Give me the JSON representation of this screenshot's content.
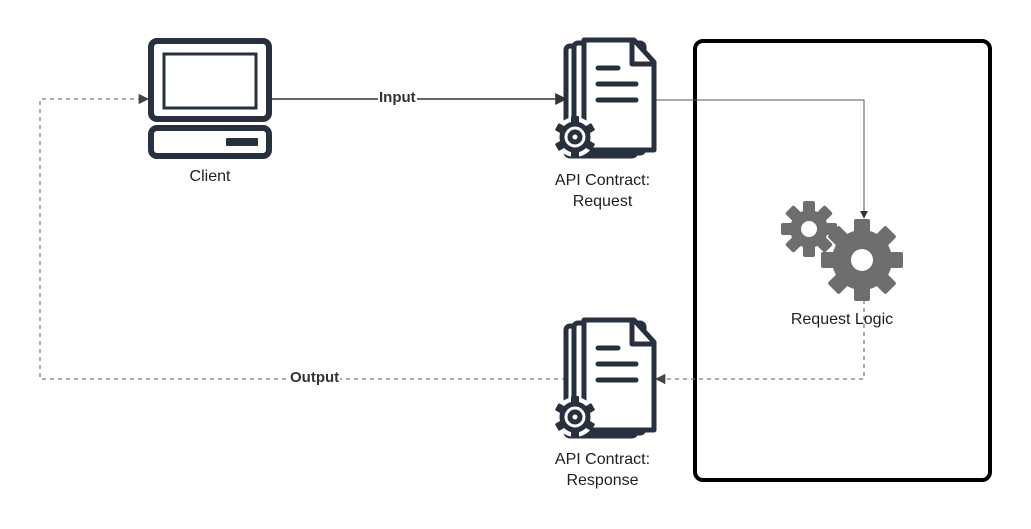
{
  "colors": {
    "icon": "#27303f",
    "gear": "#6e6e6e",
    "edge": "#333333",
    "dashed_edge": "#7a7a7a",
    "boundary": "#000000"
  },
  "nodes": {
    "client": {
      "label": "Client",
      "icon": "desktop-computer-icon"
    },
    "request_contract": {
      "label_line1": "API Contract:",
      "label_line2": "Request",
      "icon": "api-document-gear-icon"
    },
    "response_contract": {
      "label_line1": "API Contract:",
      "label_line2": "Response",
      "icon": "api-document-gear-icon"
    },
    "request_logic": {
      "label": "Request Logic",
      "icon": "gears-icon"
    }
  },
  "edges": {
    "input": {
      "label": "Input",
      "style": "solid"
    },
    "output": {
      "label": "Output",
      "style": "dashed"
    }
  }
}
